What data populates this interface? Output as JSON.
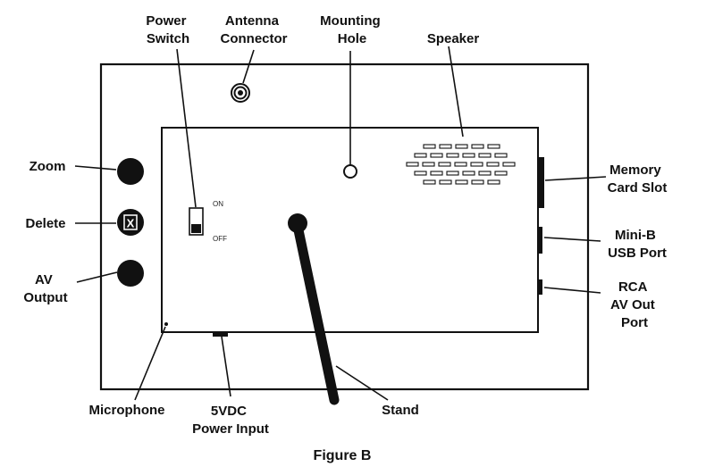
{
  "figure": {
    "caption": "Figure B"
  },
  "device": {
    "switch_on_label": "ON",
    "switch_off_label": "OFF",
    "delete_glyph": "X"
  },
  "callouts": {
    "power_switch": [
      "Power",
      "Switch"
    ],
    "antenna_connector": [
      "Antenna",
      "Connector"
    ],
    "mounting_hole": [
      "Mounting",
      "Hole"
    ],
    "speaker": [
      "Speaker"
    ],
    "zoom": [
      "Zoom"
    ],
    "delete": [
      "Delete"
    ],
    "av_output": [
      "AV",
      "Output"
    ],
    "memory_card_slot": [
      "Memory",
      "Card Slot"
    ],
    "mini_b_usb_port": [
      "Mini-B",
      "USB Port"
    ],
    "rca_av_out_port": [
      "RCA",
      "AV Out",
      "Port"
    ],
    "microphone": [
      "Microphone"
    ],
    "power_input": [
      "5VDC",
      "Power Input"
    ],
    "stand": [
      "Stand"
    ]
  },
  "colors": {
    "line": "#111111",
    "background": "#ffffff"
  }
}
